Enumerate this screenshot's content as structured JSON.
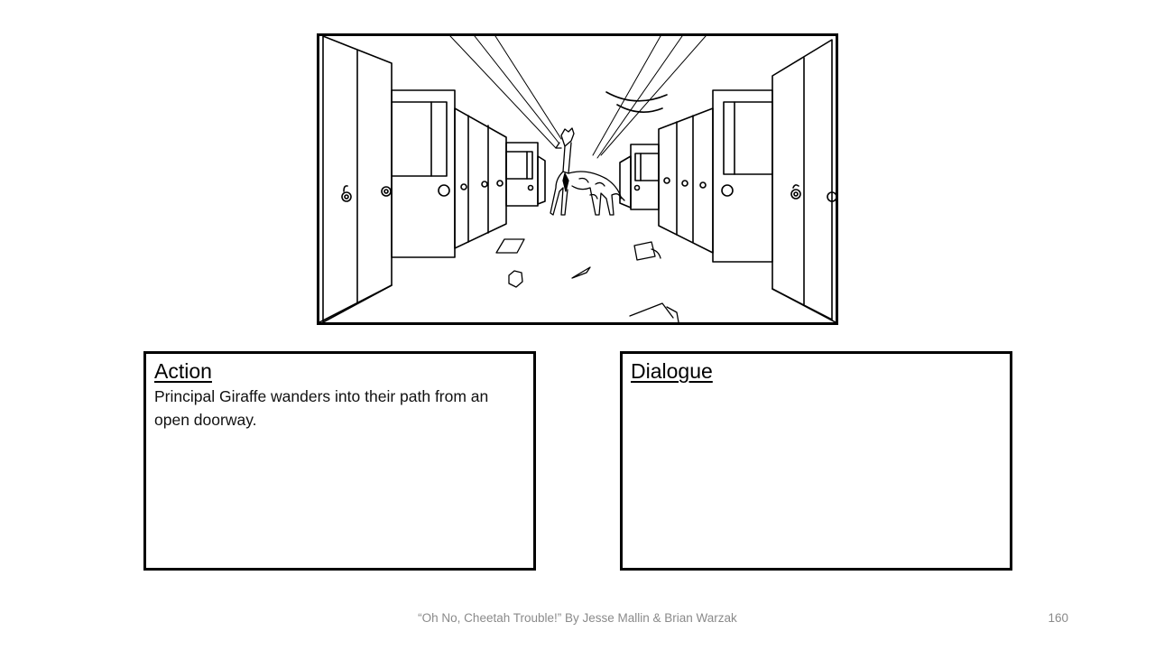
{
  "slide": {
    "illustration": {
      "description": "Pencil sketch of a school hallway in one-point perspective with doors on both sides; a giraffe wearing a tie stands in the middle; papers, a crumpled wrapper, a pencil and a tipped cup lie on the floor",
      "stroke_color": "#000000",
      "background": "#ffffff"
    },
    "action": {
      "title": "Action",
      "body": "Principal Giraffe  wanders into their path from an open doorway."
    },
    "dialogue": {
      "title": "Dialogue",
      "body": ""
    },
    "footer": {
      "credit": "“Oh No, Cheetah Trouble!” By Jesse Mallin & Brian Warzak",
      "page_number": "160"
    }
  }
}
